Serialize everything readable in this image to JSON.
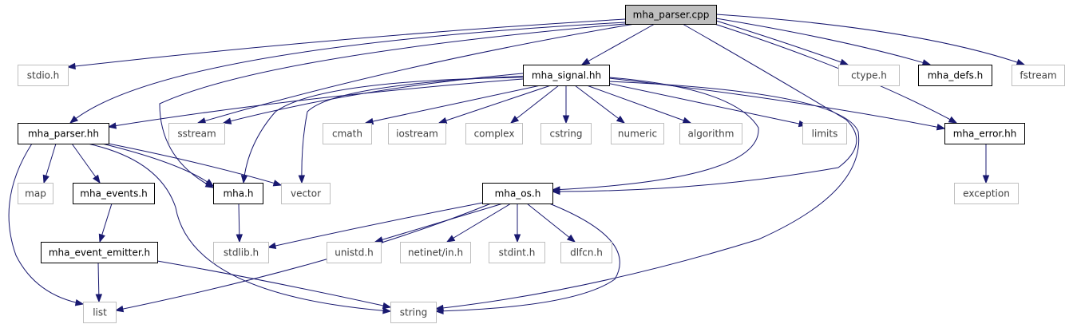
{
  "diagram": {
    "colors": {
      "edge": "#191970",
      "root_fill": "#bfbfbf",
      "documented_border": "#000000",
      "external_border": "#bfbfbf",
      "documented_text": "#000000",
      "external_text": "#404040"
    },
    "nodes": [
      {
        "id": "mha_parser_cpp",
        "label": "mha_parser.cpp",
        "kind": "root"
      },
      {
        "id": "stdio_h",
        "label": "stdio.h",
        "kind": "external"
      },
      {
        "id": "mha_signal_hh",
        "label": "mha_signal.hh",
        "kind": "documented"
      },
      {
        "id": "ctype_h",
        "label": "ctype.h",
        "kind": "external"
      },
      {
        "id": "mha_defs_h",
        "label": "mha_defs.h",
        "kind": "documented"
      },
      {
        "id": "fstream",
        "label": "fstream",
        "kind": "external"
      },
      {
        "id": "mha_parser_hh",
        "label": "mha_parser.hh",
        "kind": "documented"
      },
      {
        "id": "sstream",
        "label": "sstream",
        "kind": "external"
      },
      {
        "id": "cmath",
        "label": "cmath",
        "kind": "external"
      },
      {
        "id": "iostream",
        "label": "iostream",
        "kind": "external"
      },
      {
        "id": "complex",
        "label": "complex",
        "kind": "external"
      },
      {
        "id": "cstring",
        "label": "cstring",
        "kind": "external"
      },
      {
        "id": "numeric",
        "label": "numeric",
        "kind": "external"
      },
      {
        "id": "algorithm",
        "label": "algorithm",
        "kind": "external"
      },
      {
        "id": "limits",
        "label": "limits",
        "kind": "external"
      },
      {
        "id": "mha_error_hh",
        "label": "mha_error.hh",
        "kind": "documented"
      },
      {
        "id": "map",
        "label": "map",
        "kind": "external"
      },
      {
        "id": "mha_events_h",
        "label": "mha_events.h",
        "kind": "documented"
      },
      {
        "id": "mha_h",
        "label": "mha.h",
        "kind": "documented"
      },
      {
        "id": "vector",
        "label": "vector",
        "kind": "external"
      },
      {
        "id": "mha_os_h",
        "label": "mha_os.h",
        "kind": "documented"
      },
      {
        "id": "exception",
        "label": "exception",
        "kind": "external"
      },
      {
        "id": "mha_event_emitter_h",
        "label": "mha_event_emitter.h",
        "kind": "documented"
      },
      {
        "id": "stdlib_h",
        "label": "stdlib.h",
        "kind": "external"
      },
      {
        "id": "unistd_h",
        "label": "unistd.h",
        "kind": "external"
      },
      {
        "id": "netinet_in_h",
        "label": "netinet/in.h",
        "kind": "external"
      },
      {
        "id": "stdint_h",
        "label": "stdint.h",
        "kind": "external"
      },
      {
        "id": "dlfcn_h",
        "label": "dlfcn.h",
        "kind": "external"
      },
      {
        "id": "list",
        "label": "list",
        "kind": "external"
      },
      {
        "id": "string",
        "label": "string",
        "kind": "external"
      }
    ],
    "edges": [
      {
        "from": "mha_parser_cpp",
        "to": "stdio_h"
      },
      {
        "from": "mha_parser_cpp",
        "to": "mha_parser_hh"
      },
      {
        "from": "mha_parser_cpp",
        "to": "mha_h"
      },
      {
        "from": "mha_parser_cpp",
        "to": "sstream"
      },
      {
        "from": "mha_parser_cpp",
        "to": "mha_signal_hh"
      },
      {
        "from": "mha_parser_cpp",
        "to": "mha_os_h"
      },
      {
        "from": "mha_parser_cpp",
        "to": "mha_error_hh"
      },
      {
        "from": "mha_parser_cpp",
        "to": "ctype_h"
      },
      {
        "from": "mha_parser_cpp",
        "to": "mha_defs_h"
      },
      {
        "from": "mha_parser_cpp",
        "to": "fstream"
      },
      {
        "from": "mha_signal_hh",
        "to": "mha_parser_hh"
      },
      {
        "from": "mha_signal_hh",
        "to": "sstream"
      },
      {
        "from": "mha_signal_hh",
        "to": "mha_h"
      },
      {
        "from": "mha_signal_hh",
        "to": "vector"
      },
      {
        "from": "mha_signal_hh",
        "to": "cmath"
      },
      {
        "from": "mha_signal_hh",
        "to": "iostream"
      },
      {
        "from": "mha_signal_hh",
        "to": "complex"
      },
      {
        "from": "mha_signal_hh",
        "to": "cstring"
      },
      {
        "from": "mha_signal_hh",
        "to": "numeric"
      },
      {
        "from": "mha_signal_hh",
        "to": "algorithm"
      },
      {
        "from": "mha_signal_hh",
        "to": "limits"
      },
      {
        "from": "mha_signal_hh",
        "to": "mha_error_hh"
      },
      {
        "from": "mha_signal_hh",
        "to": "mha_os_h"
      },
      {
        "from": "mha_signal_hh",
        "to": "string"
      },
      {
        "from": "mha_parser_hh",
        "to": "map"
      },
      {
        "from": "mha_parser_hh",
        "to": "mha_events_h"
      },
      {
        "from": "mha_parser_hh",
        "to": "mha_h"
      },
      {
        "from": "mha_parser_hh",
        "to": "vector"
      },
      {
        "from": "mha_parser_hh",
        "to": "list"
      },
      {
        "from": "mha_parser_hh",
        "to": "string"
      },
      {
        "from": "mha_events_h",
        "to": "mha_event_emitter_h"
      },
      {
        "from": "mha_event_emitter_h",
        "to": "list"
      },
      {
        "from": "mha_event_emitter_h",
        "to": "string"
      },
      {
        "from": "mha_h",
        "to": "stdlib_h"
      },
      {
        "from": "mha_error_hh",
        "to": "exception"
      },
      {
        "from": "mha_os_h",
        "to": "stdlib_h"
      },
      {
        "from": "mha_os_h",
        "to": "unistd_h"
      },
      {
        "from": "mha_os_h",
        "to": "netinet_in_h"
      },
      {
        "from": "mha_os_h",
        "to": "stdint_h"
      },
      {
        "from": "mha_os_h",
        "to": "dlfcn_h"
      },
      {
        "from": "mha_os_h",
        "to": "list"
      },
      {
        "from": "mha_os_h",
        "to": "string"
      }
    ]
  }
}
